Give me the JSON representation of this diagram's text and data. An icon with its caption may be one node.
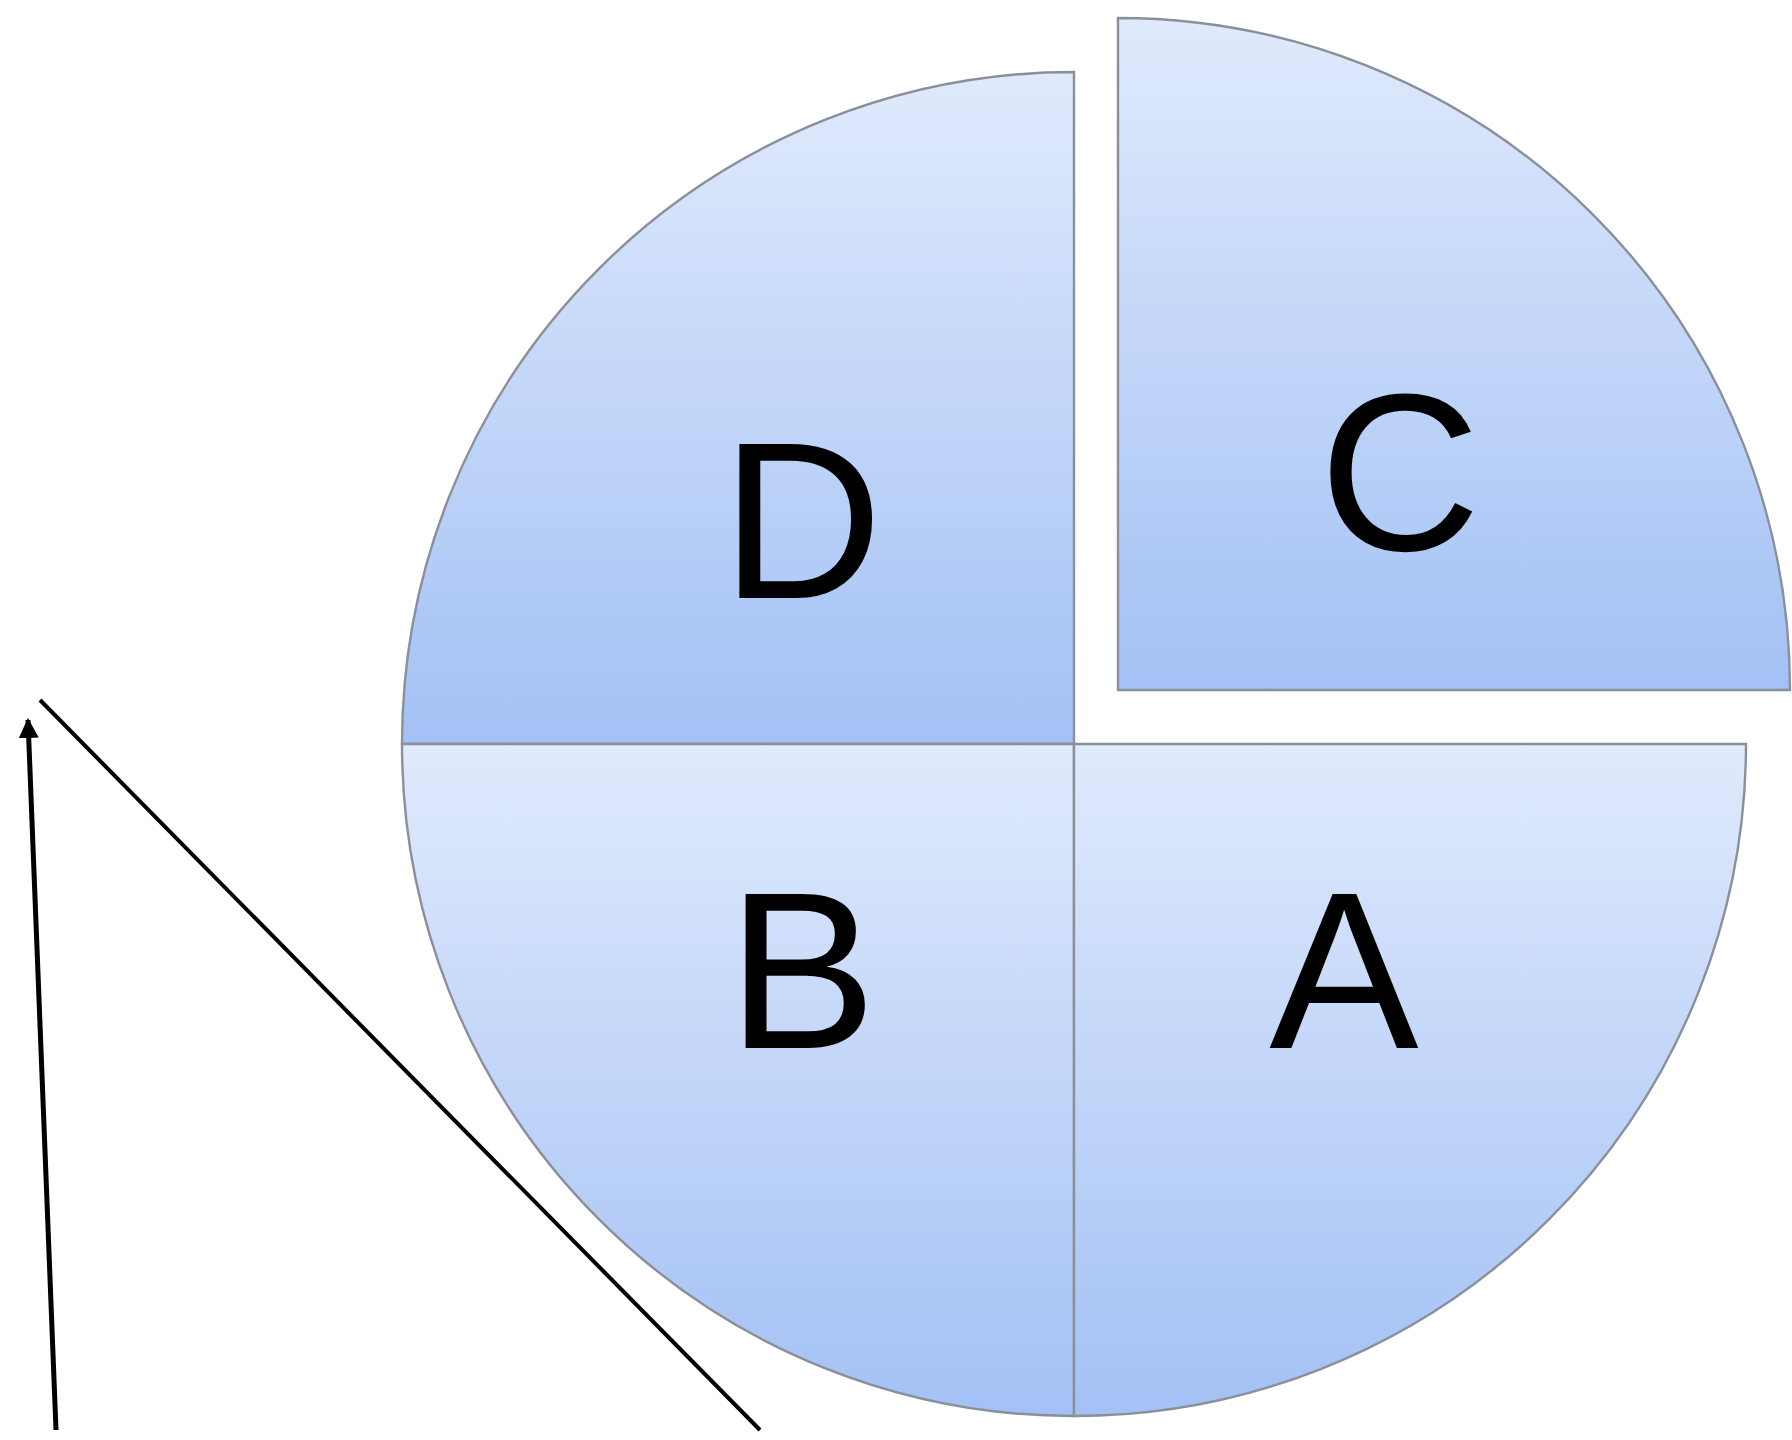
{
  "diagram": {
    "nodes": [
      {
        "text": [
          "D"
        ]
      },
      {
        "text": [
          "C"
        ]
      },
      {
        "text": [
          "B"
        ]
      },
      {
        "text": [
          "A"
        ]
      }
    ]
  }
}
